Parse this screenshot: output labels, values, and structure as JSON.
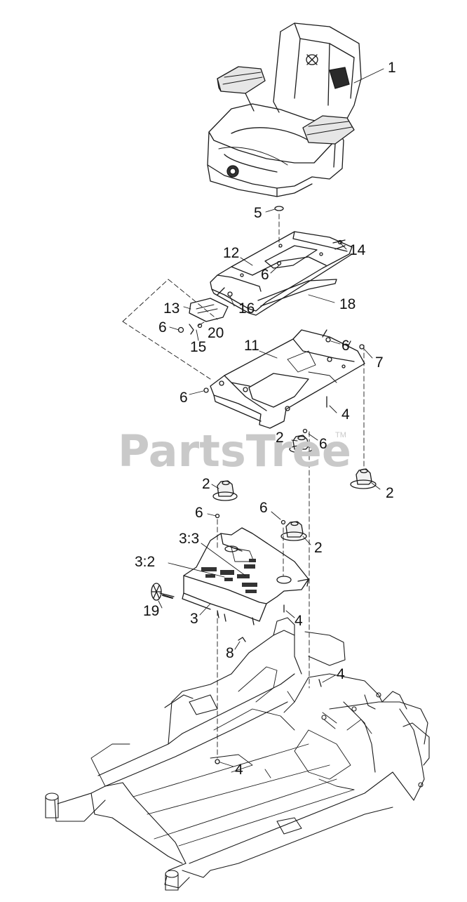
{
  "watermark": {
    "text": "PartsTree",
    "tm": "TM"
  },
  "callouts": {
    "c1": "1",
    "c5": "5",
    "c12": "12",
    "c14": "14",
    "c6a": "6",
    "c13": "13",
    "c16": "16",
    "c18": "18",
    "c6b": "6",
    "c20": "20",
    "c15": "15",
    "c11": "11",
    "c6c": "6",
    "c7": "7",
    "c6d": "6",
    "c4a": "4",
    "c2a": "2",
    "c6e": "6",
    "c2b": "2",
    "c2c": "2",
    "c6f": "6",
    "c6g": "6",
    "c33": "3:3",
    "c2d": "2",
    "c32": "3:2",
    "c19": "19",
    "c3": "3",
    "c4b": "4",
    "c8": "8",
    "c4c": "4",
    "c4d": "4"
  },
  "parts": {
    "seat": "seat-assembly",
    "plate12": "seat-slide-plate",
    "plate11": "seat-mount-plate",
    "pan3": "seat-pan",
    "frame": "mower-frame"
  }
}
